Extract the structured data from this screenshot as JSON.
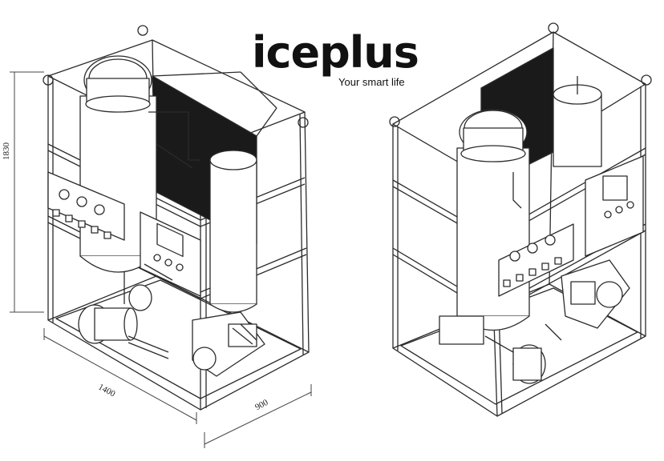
{
  "logo": {
    "wordmark": "iceplus",
    "tagline": "Your smart life"
  },
  "dimensions": {
    "height": "1830",
    "width": "1400",
    "depth": "900"
  },
  "colors": {
    "line": "#2b2b2b",
    "fill": "#ffffff",
    "dark_fill": "#1a1a1a",
    "logo": "#111111"
  }
}
